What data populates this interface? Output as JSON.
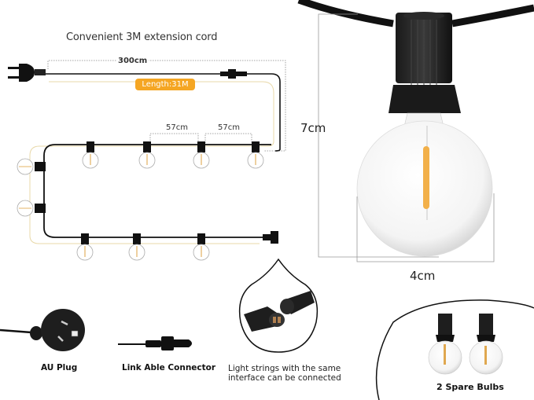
{
  "header": {
    "title": "Convenient 3M extension cord"
  },
  "diagram": {
    "cord_length_label": "300cm",
    "total_length_badge": "Length:31M",
    "spacing_labels": [
      "57cm",
      "57cm"
    ],
    "badge_color": "#f5a623"
  },
  "bulb_detail": {
    "height_label": "7cm",
    "width_label": "4cm"
  },
  "features": [
    {
      "label": "AU Plug",
      "icon": "au-plug-icon"
    },
    {
      "label": "Link Able Connector",
      "icon": "connector-icon"
    },
    {
      "label": "Light strings with the same interface can be connected",
      "line1": "Light strings with the same",
      "line2": "interface can be connected",
      "icon": "waterproof-connector-icon"
    },
    {
      "label": "2 Spare Bulbs",
      "icon": "spare-bulbs-icon"
    }
  ]
}
